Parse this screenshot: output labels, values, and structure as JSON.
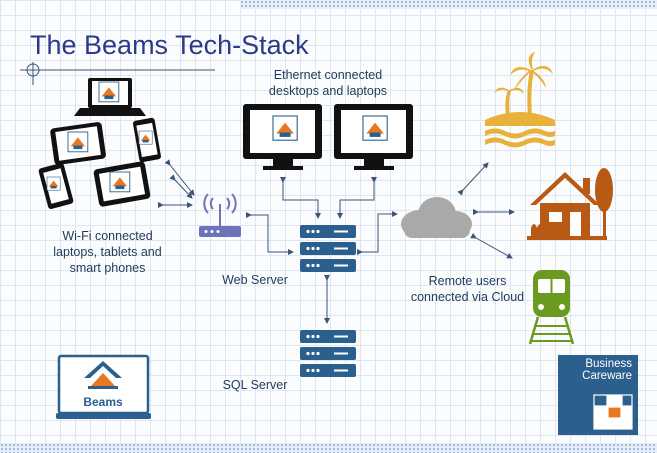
{
  "title": "The Beams Tech-Stack",
  "labels": {
    "ethernet": [
      "Ethernet connected",
      "desktops and laptops"
    ],
    "wifi": [
      "Wi-Fi connected",
      "laptops, tablets and",
      "smart phones"
    ],
    "web_server": "Web Server",
    "sql_server": "SQL Server",
    "remote": [
      "Remote users",
      "connected via Cloud"
    ]
  },
  "brand": {
    "product": "Beams",
    "company": [
      "Business",
      "Careware"
    ]
  },
  "colors": {
    "title": "#2d3a88",
    "server": "#2b5f8e",
    "vacation": "#e8b13a",
    "house": "#b85a14",
    "train": "#6a9a1f",
    "cloud": "#a9a9a9",
    "router": "#6d73b8",
    "brand_blue": "#2b5f8e",
    "brand_orange": "#e87722"
  }
}
